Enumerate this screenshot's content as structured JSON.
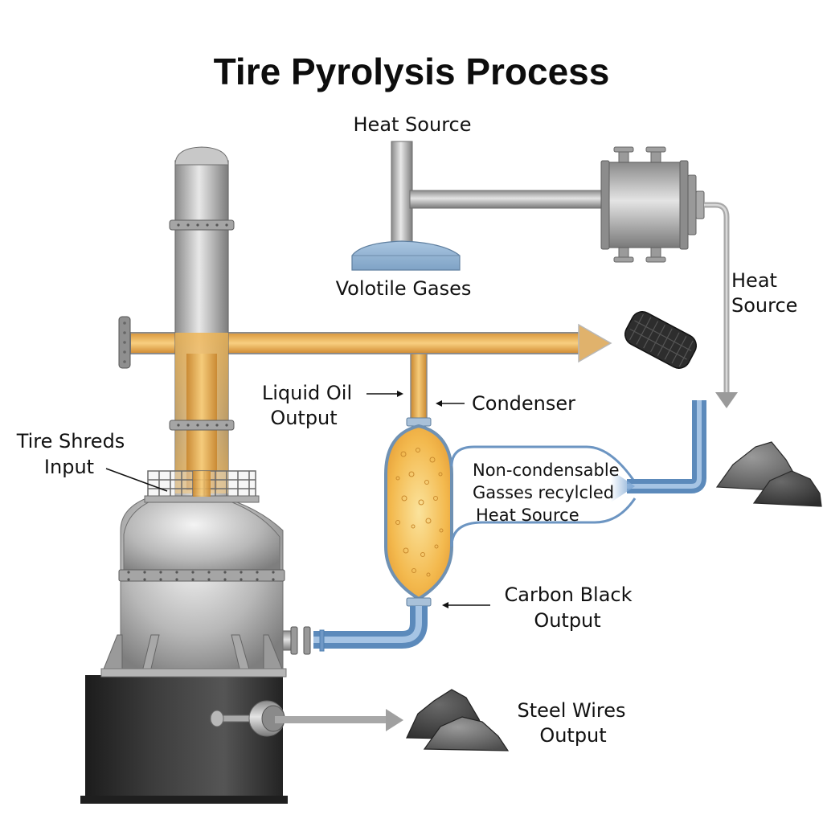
{
  "title": "Tire Pyrolysis Process",
  "labels": {
    "heat_source_top": "Heat Source",
    "volatile_gases": "Volotile Gases",
    "heat_source_right": [
      "Heat",
      "Source"
    ],
    "liquid_oil_output": [
      "Liquid Oil",
      "Output"
    ],
    "condenser": "Condenser",
    "tire_shreds_input": [
      "Tire Shreds",
      "Input"
    ],
    "non_condensable": [
      "Non-condensable",
      "Gasses recylcled",
      "Heat Source"
    ],
    "carbon_black_output": [
      "Carbon Black",
      "Output"
    ],
    "steel_wires_output": [
      "Steel Wires",
      "Output"
    ]
  },
  "colors": {
    "steel_light": "#e6e6e6",
    "steel_mid": "#b4b4b4",
    "steel_dark": "#7a7a7a",
    "oil": "#f0b450",
    "oil_light": "#f8d27a",
    "blue_pipe": "#7fa8d4",
    "blue_dark": "#4f7fb0",
    "tank_blue": "#9ab8d6",
    "base_black": "#2a2a2a",
    "arrow_gray": "#a8a8a8",
    "text": "#111111"
  }
}
